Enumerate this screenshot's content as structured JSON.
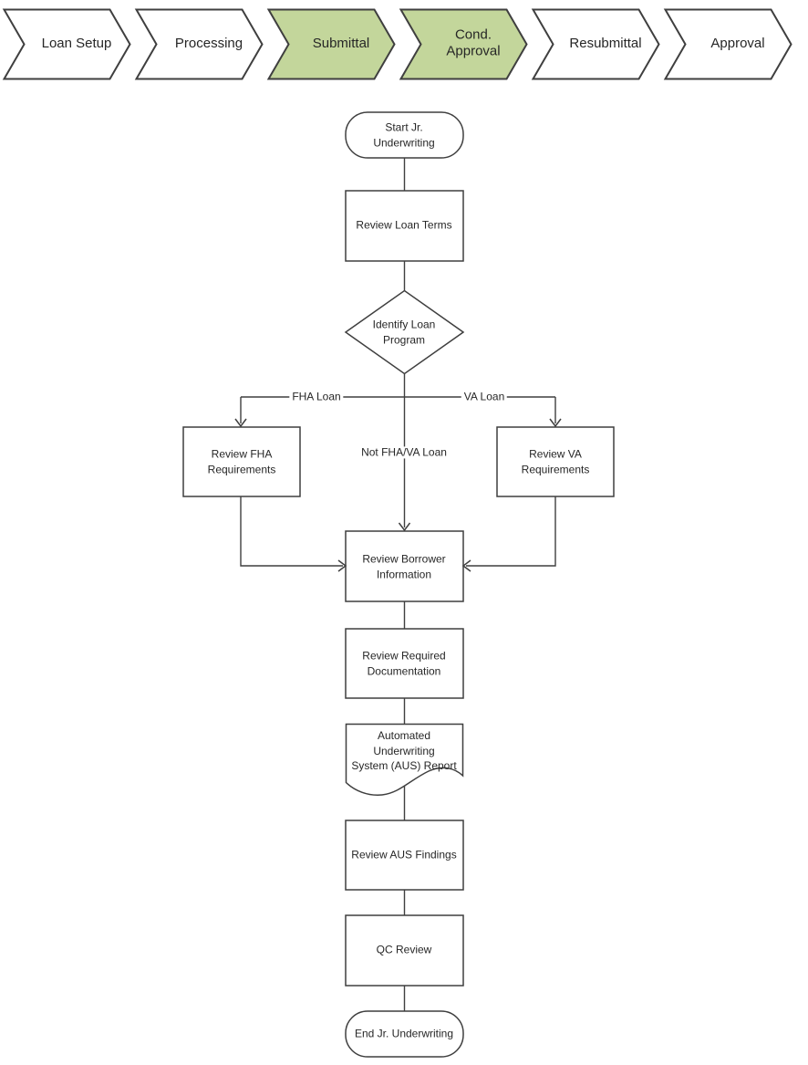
{
  "banner": {
    "stages": [
      {
        "label": "Loan Setup",
        "active": false
      },
      {
        "label": "Processing",
        "active": false
      },
      {
        "label": "Submittal",
        "active": true
      },
      {
        "label": "Cond.\nApproval",
        "active": true
      },
      {
        "label": "Resubmittal",
        "active": false
      },
      {
        "label": "Approval",
        "active": false
      }
    ]
  },
  "flowchart": {
    "nodes": [
      {
        "id": "start",
        "type": "terminator",
        "label": "Start Jr.\nUnderwriting"
      },
      {
        "id": "review-loan-terms",
        "type": "process",
        "label": "Review Loan Terms"
      },
      {
        "id": "identify-loan-program",
        "type": "decision",
        "label": "Identify Loan\nProgram"
      },
      {
        "id": "review-fha-requirements",
        "type": "process",
        "label": "Review FHA\nRequirements"
      },
      {
        "id": "review-va-requirements",
        "type": "process",
        "label": "Review VA\nRequirements"
      },
      {
        "id": "review-borrower-information",
        "type": "process",
        "label": "Review Borrower\nInformation"
      },
      {
        "id": "review-required-documentation",
        "type": "process",
        "label": "Review Required\nDocumentation"
      },
      {
        "id": "aus-report",
        "type": "document",
        "label": "Automated\nUnderwriting\nSystem (AUS) Report"
      },
      {
        "id": "review-aus-findings",
        "type": "process",
        "label": "Review AUS Findings"
      },
      {
        "id": "qc-review",
        "type": "process",
        "label": "QC Review"
      },
      {
        "id": "end",
        "type": "terminator",
        "label": "End Jr. Underwriting"
      }
    ],
    "edge_labels": [
      {
        "label": "FHA Loan"
      },
      {
        "label": "VA Loan"
      },
      {
        "label": "Not FHA/VA Loan"
      }
    ]
  },
  "colors": {
    "stage_active_fill": "#c3d69b",
    "stage_inactive_fill": "#ffffff",
    "outline": "#3f3f3f",
    "text": "#262626",
    "background": "#ffffff"
  }
}
